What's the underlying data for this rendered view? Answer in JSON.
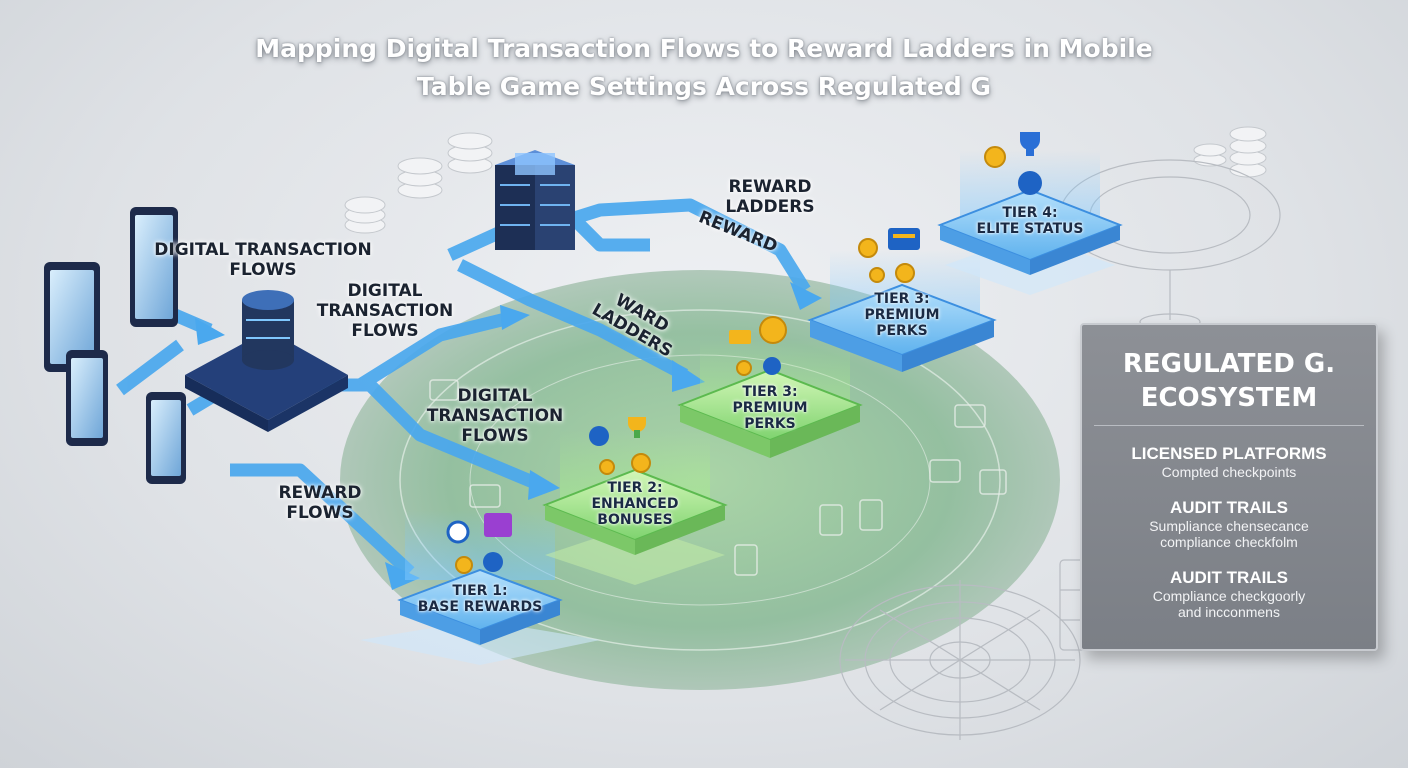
{
  "title": {
    "line1": "Mapping Digital Transaction Flows to Reward Ladders in Mobile",
    "line2": "Table Game Settings Across Regulated G"
  },
  "labels": {
    "dtf_left_1": "DIGITAL TRANSACTION",
    "dtf_left_2": "FLOWS",
    "dtf_mid_1": "DIGITAL",
    "dtf_mid_2": "TRANSACTION",
    "dtf_mid_3": "FLOWS",
    "dtf_low_1": "DIGITAL",
    "dtf_low_2": "TRANSACTION",
    "dtf_low_3": "FLOWS",
    "reward_flows_1": "REWARD",
    "reward_flows_2": "FLOWS",
    "reward_ladders_1": "REWARD",
    "reward_ladders_2": "LADDERS",
    "reward_rot": "REWARD",
    "ward_ladders_1": "WARD",
    "ward_ladders_2": "LADDERS"
  },
  "tiers": {
    "t1_line1": "TIER 1:",
    "t1_line2": "BASE REWARDS",
    "t2_line1": "TIER 2:",
    "t2_line2": "ENHANCED",
    "t2_line3": "BONUSES",
    "t3a_line1": "TIER 3:",
    "t3a_line2": "PREMIUM",
    "t3a_line3": "PERKS",
    "t3b_line1": "TIER 3:",
    "t3b_line2": "PREMIUM",
    "t3b_line3": "PERKS",
    "t4_line1": "TIER 4:",
    "t4_line2": "ELITE STATUS"
  },
  "panel": {
    "title1": "REGULATED G.",
    "title2": "ECOSYSTEM",
    "items": [
      {
        "heading": "LICENSED PLATFORMS",
        "sub1": "Compted checkpoints",
        "sub2": ""
      },
      {
        "heading": "AUDIT TRAILS",
        "sub1": "Sumpliance chensecance",
        "sub2": "compliance checkfolm"
      },
      {
        "heading": "AUDIT TRAILS",
        "sub1": "Compliance checkgoorly",
        "sub2": "and incconmens"
      }
    ]
  },
  "colors": {
    "arrow": "#4aa8ee",
    "arrow_edge": "#2f86d6",
    "table_green": "#7fb98a",
    "tier_blue": "#7fc2f2",
    "tier_green": "#9fe08a",
    "device_dark": "#1d2a4a",
    "panel_bg": "#858990",
    "coin": "#f3b51c"
  },
  "icons": [
    "tablet-icon",
    "phone-icon",
    "database-icon",
    "server-icon",
    "coin-icon",
    "trophy-icon",
    "star-icon",
    "card-icon",
    "chip-stack-icon",
    "roulette-icon"
  ]
}
